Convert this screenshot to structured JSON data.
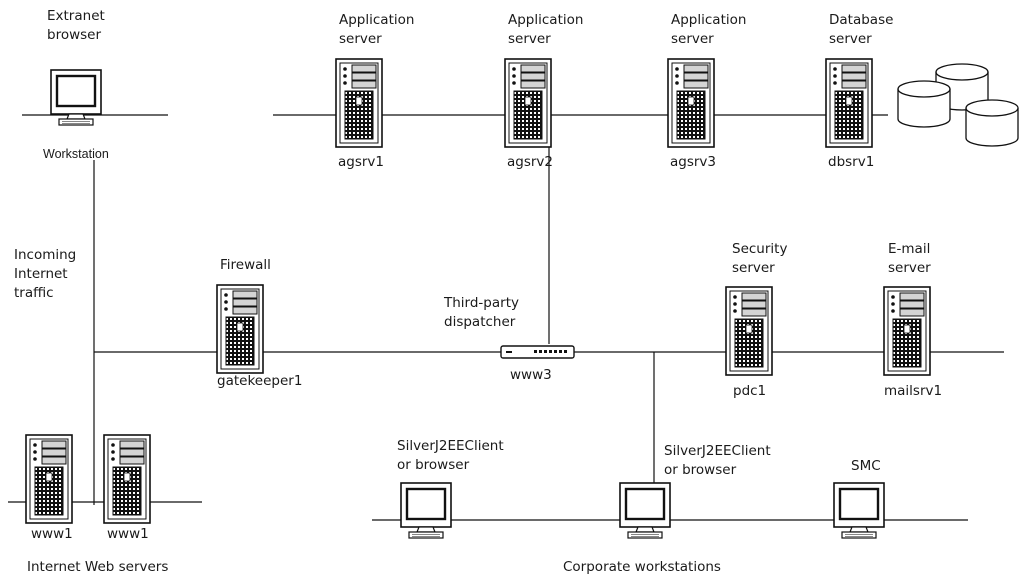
{
  "labels": {
    "extranet_browser": "Extranet\nbrowser",
    "workstation": "Workstation",
    "incoming_traffic": "Incoming\nInternet\ntraffic",
    "firewall": "Firewall",
    "gatekeeper": "gatekeeper1",
    "app_server_1": "Application\nserver",
    "app_server_2": "Application\nserver",
    "app_server_3": "Application\nserver",
    "db_server": "Database\nserver",
    "agsrv1": "agsrv1",
    "agsrv2": "agsrv2",
    "agsrv3": "agsrv3",
    "dbsrv1": "dbsrv1",
    "dispatcher": "Third-party\ndispatcher",
    "www3": "www3",
    "security_server": "Security\nserver",
    "pdc1": "pdc1",
    "email_server": "E-mail\nserver",
    "mailsrv1": "mailsrv1",
    "www1_a": "www1",
    "www1_b": "www1",
    "internet_web_servers": "Internet Web servers",
    "client_1": "SilverJ2EEClient\nor browser",
    "client_2": "SilverJ2EEClient\nor browser",
    "smc": "SMC",
    "corporate_workstations": "Corporate workstations"
  }
}
